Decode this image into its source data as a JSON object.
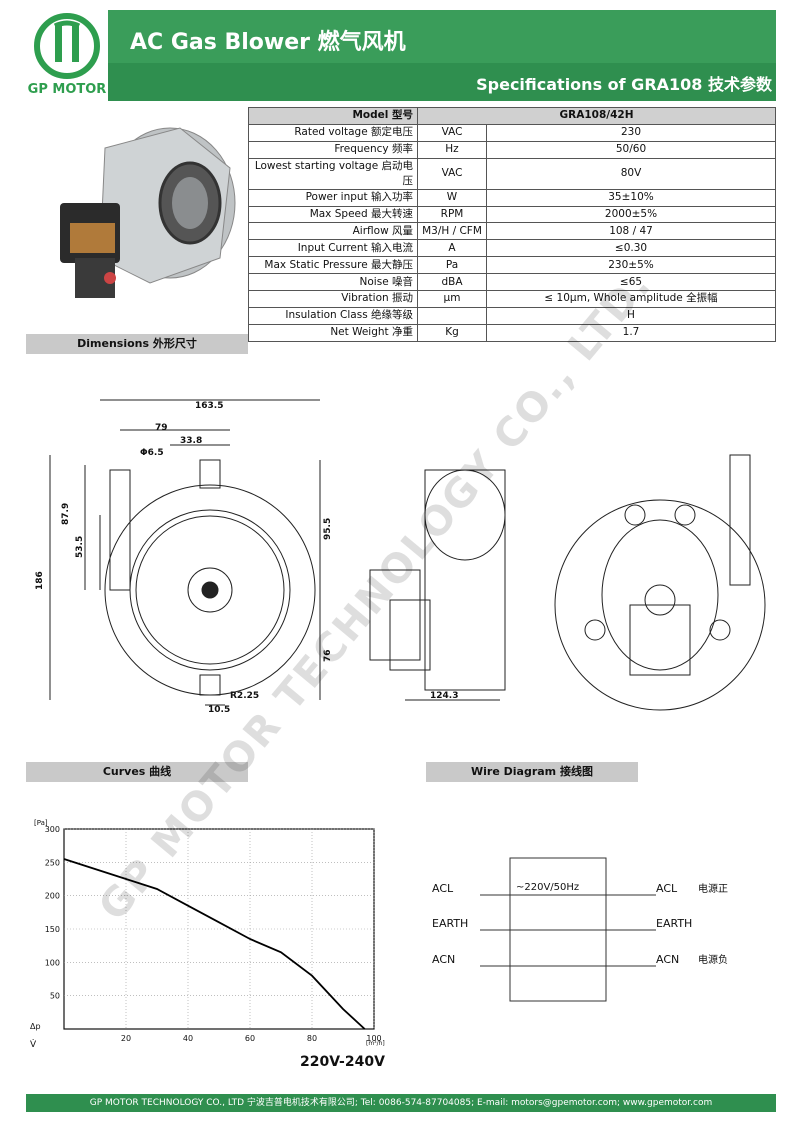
{
  "logo": {
    "text": "GP MOTOR"
  },
  "header": {
    "title": "AC Gas Blower 燃气风机",
    "subtitle": "Specifications of  GRA108 技术参数"
  },
  "spec": {
    "header": {
      "label": "Model 型号",
      "value": "GRA108/42H"
    },
    "rows": [
      {
        "param": "Rated voltage 额定电压",
        "unit": "VAC",
        "value": "230"
      },
      {
        "param": "Frequency 频率",
        "unit": "Hz",
        "value": "50/60"
      },
      {
        "param": "Lowest starting voltage 启动电压",
        "unit": "VAC",
        "value": "80V"
      },
      {
        "param": "Power input 输入功率",
        "unit": "W",
        "value": "35±10%"
      },
      {
        "param": "Max Speed 最大转速",
        "unit": "RPM",
        "value": "2000±5%"
      },
      {
        "param": "Airflow 风量",
        "unit": "M3/H / CFM",
        "value": "108 / 47"
      },
      {
        "param": "Input Current 输入电流",
        "unit": "A",
        "value": "≤0.30"
      },
      {
        "param": "Max Static Pressure 最大静压",
        "unit": "Pa",
        "value": "230±5%"
      },
      {
        "param": "Noise 噪音",
        "unit": "dBA",
        "value": "≤65"
      },
      {
        "param": "Vibration 振动",
        "unit": "μm",
        "value": "≤ 10μm, Whole amplitude 全振幅"
      },
      {
        "param": "Insulation Class 绝缘等级",
        "unit": "",
        "value": "H"
      },
      {
        "param": "Net Weight 净重",
        "unit": "Kg",
        "value": "1.7"
      }
    ]
  },
  "sections": {
    "dimensions": "Dimensions 外形尺寸",
    "curves": "Curves 曲线",
    "wire": "Wire Diagram 接线图"
  },
  "dimensions": {
    "d1": "163.5",
    "d2": "79",
    "d3": "33.8",
    "d4": "Φ6.5",
    "d5": "87.9",
    "d6": "53.5",
    "d7": "186",
    "d8": "95.5",
    "d9": "76",
    "d10": "R2.25",
    "d11": "10.5",
    "d12": "124.3"
  },
  "chart_data": {
    "type": "line",
    "title": "",
    "xlabel": "[m³/h]",
    "ylabel": "[Pa]",
    "xlim": [
      0,
      100
    ],
    "ylim": [
      0,
      300
    ],
    "x": [
      0,
      10,
      20,
      30,
      40,
      50,
      60,
      70,
      80,
      90,
      97
    ],
    "series": [
      {
        "name": "",
        "values": [
          255,
          240,
          225,
          210,
          185,
          160,
          135,
          115,
          80,
          30,
          0
        ]
      }
    ],
    "xticks": [
      "20",
      "40",
      "60",
      "80",
      "100"
    ],
    "yticks": [
      "50",
      "100",
      "150",
      "200",
      "250",
      "300"
    ],
    "axis_y_symbol": "V̇",
    "axis_p_symbol": "Δp",
    "caption": "220V-240V"
  },
  "wire": {
    "center": "~220V/50Hz",
    "left": [
      "ACL",
      "EARTH",
      "ACN"
    ],
    "right": [
      "ACL",
      "EARTH",
      "ACN"
    ],
    "right_cn": [
      "电源正",
      "",
      "电源负"
    ]
  },
  "watermark": "GP MOTOR TECHNOLOGY CO., LTD.",
  "footer": "GP MOTOR TECHNOLOGY CO., LTD 宁波吉普电机技术有限公司; Tel: 0086-574-87704085; E-mail: motors@gpemotor.com; www.gpemotor.com",
  "colors": {
    "brand": "#3a9d5a",
    "brand_dark": "#2f8f4f"
  }
}
